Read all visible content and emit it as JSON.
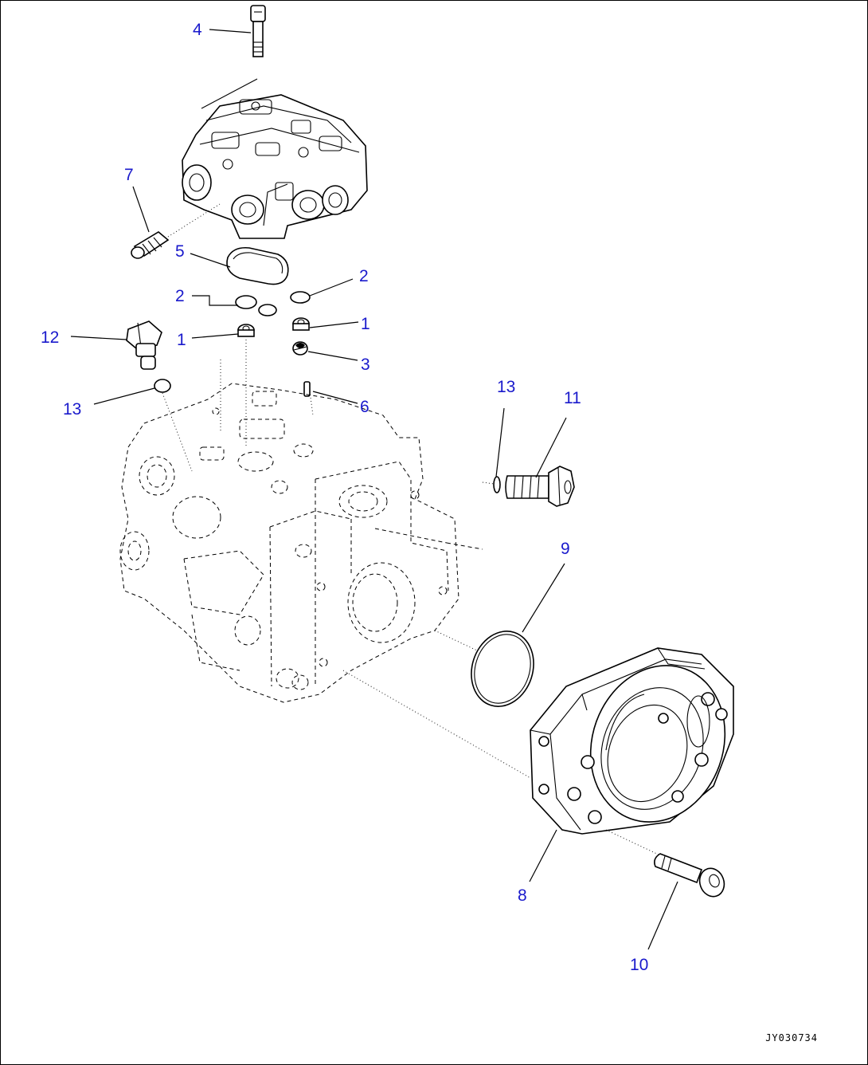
{
  "drawing_code": "JY030734",
  "callouts": [
    {
      "id": "c4",
      "label": "4"
    },
    {
      "id": "c7",
      "label": "7"
    },
    {
      "id": "c5",
      "label": "5"
    },
    {
      "id": "c2a",
      "label": "2"
    },
    {
      "id": "c2b",
      "label": "2"
    },
    {
      "id": "c1a",
      "label": "1"
    },
    {
      "id": "c1b",
      "label": "1"
    },
    {
      "id": "c3",
      "label": "3"
    },
    {
      "id": "c12",
      "label": "12"
    },
    {
      "id": "c13a",
      "label": "13"
    },
    {
      "id": "c6",
      "label": "6"
    },
    {
      "id": "c13b",
      "label": "13"
    },
    {
      "id": "c11",
      "label": "11"
    },
    {
      "id": "c9",
      "label": "9"
    },
    {
      "id": "c8",
      "label": "8"
    },
    {
      "id": "c10",
      "label": "10"
    }
  ]
}
